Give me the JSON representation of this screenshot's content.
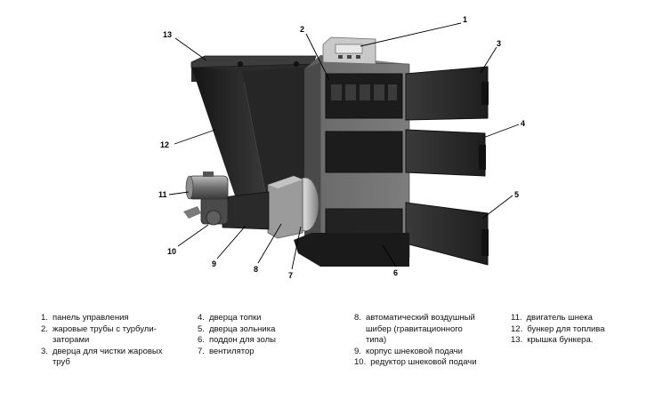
{
  "callouts": {
    "c1": "1",
    "c2": "2",
    "c3": "3",
    "c4": "4",
    "c5": "5",
    "c6": "6",
    "c7": "7",
    "c8": "8",
    "c9": "9",
    "c10": "10",
    "c11": "11",
    "c12": "12",
    "c13": "13"
  },
  "legend": {
    "col1": [
      {
        "num": "1.",
        "lines": [
          "панель управления"
        ]
      },
      {
        "num": "2.",
        "lines": [
          "жаровые трубы с турбули-",
          "заторами"
        ]
      },
      {
        "num": "3.",
        "lines": [
          "дверца для чистки жаровых",
          "труб"
        ]
      }
    ],
    "col2": [
      {
        "num": "4.",
        "lines": [
          "дверца топки"
        ]
      },
      {
        "num": "5.",
        "lines": [
          "дверца зольника"
        ]
      },
      {
        "num": "6.",
        "lines": [
          "поддон для золы"
        ]
      },
      {
        "num": "7.",
        "lines": [
          "вентилятор"
        ]
      }
    ],
    "col3": [
      {
        "num": "8.",
        "lines": [
          "автоматический воздушный",
          "шибер (гравитационного",
          "типа)"
        ]
      },
      {
        "num": "9.",
        "lines": [
          "корпус шнековой подачи"
        ]
      },
      {
        "num": "10.",
        "lines": [
          "редуктор шнековой подачи"
        ]
      }
    ],
    "col4": [
      {
        "num": "11.",
        "lines": [
          "двигатель шнека"
        ]
      },
      {
        "num": "12.",
        "lines": [
          "бункер для топлива"
        ]
      },
      {
        "num": "13.",
        "lines": [
          "крышка бункера."
        ]
      }
    ]
  }
}
